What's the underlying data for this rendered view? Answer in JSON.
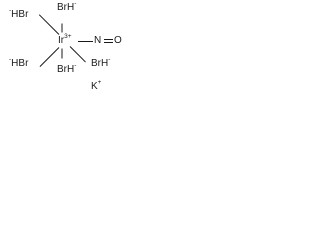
{
  "molecule": {
    "ligand_top_left": "HBr",
    "ligand_top_left_charge": "-",
    "ligand_top": "BrH",
    "ligand_top_charge": "-",
    "ligand_bottom_left": "HBr",
    "ligand_bottom_left_charge": "-",
    "ligand_bottom": "BrH",
    "ligand_bottom_charge": "-",
    "ligand_bottom_right": "BrH",
    "ligand_bottom_right_charge": "-",
    "center_atom": "Ir",
    "center_charge": "3+",
    "nitrosyl_n": "N",
    "nitrosyl_o": "O",
    "counter_ion": "K",
    "counter_ion_charge": "+"
  }
}
